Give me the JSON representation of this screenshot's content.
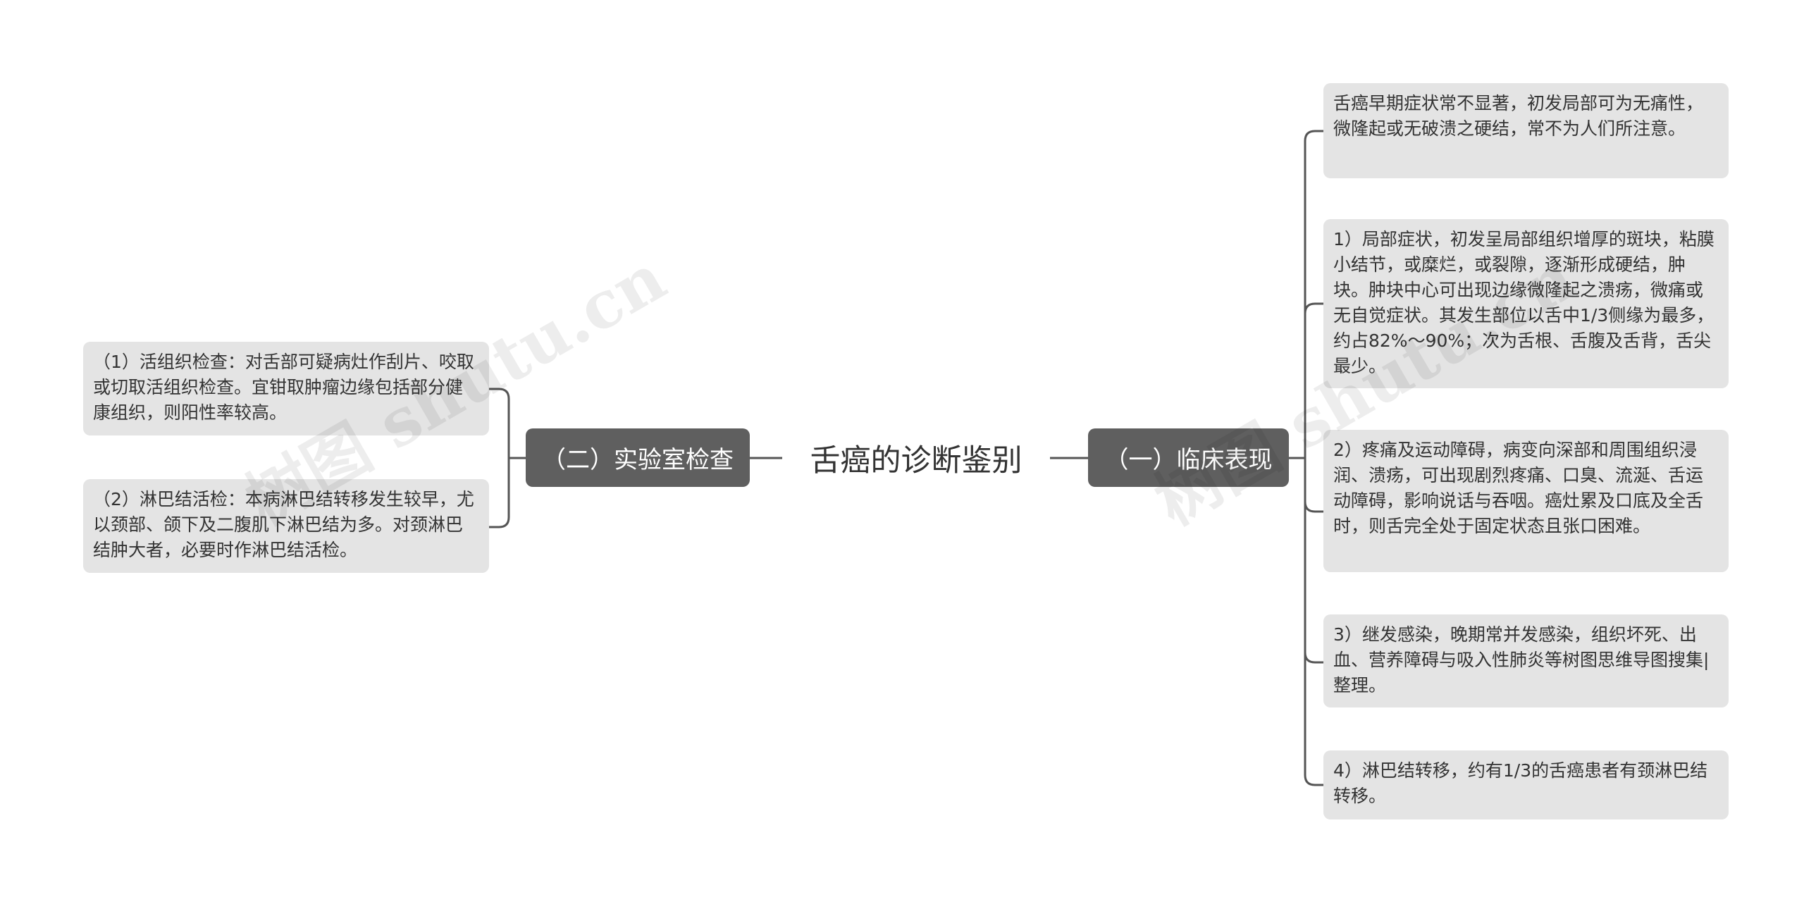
{
  "root": {
    "title": "舌癌的诊断鉴别"
  },
  "branches": {
    "clinical": {
      "label": "（一）临床表现",
      "leaves": [
        "舌癌早期症状常不显著，初发局部可为无痛性，微隆起或无破溃之硬结，常不为人们所注意。",
        "1）局部症状，初发呈局部组织增厚的斑块，粘膜小结节，或糜烂，或裂隙，逐渐形成硬结，肿块。肿块中心可出现边缘微隆起之溃疡，微痛或无自觉症状。其发生部位以舌中1/3侧缘为最多，约占82%～90%；次为舌根、舌腹及舌背，舌尖最少。",
        "2）疼痛及运动障碍，病变向深部和周围组织浸润、溃疡，可出现剧烈疼痛、口臭、流涎、舌运动障碍，影响说话与吞咽。癌灶累及口底及全舌时，则舌完全处于固定状态且张口困难。",
        "3）继发感染，晚期常并发感染，组织坏死、出血、营养障碍与吸入性肺炎等树图思维导图搜集|整理。",
        "4）淋巴结转移，约有1/3的舌癌患者有颈淋巴结转移。"
      ]
    },
    "lab": {
      "label": "（二）实验室检查",
      "leaves": [
        "（1）活组织检查：对舌部可疑病灶作刮片、咬取或切取活组织检查。宜钳取肿瘤边缘包括部分健康组织，则阳性率较高。",
        "（2）淋巴结活检：本病淋巴结转移发生较早，尤以颈部、颌下及二腹肌下淋巴结为多。对颈淋巴结肿大者，必要时作淋巴结活检。"
      ]
    }
  },
  "watermarks": [
    "树图 shutu.cn",
    "树图 shutu.cn"
  ],
  "colors": {
    "branch_bg": "#5f5f5f",
    "leaf_bg": "#e4e4e4",
    "connector": "#555555",
    "text": "#333333"
  }
}
